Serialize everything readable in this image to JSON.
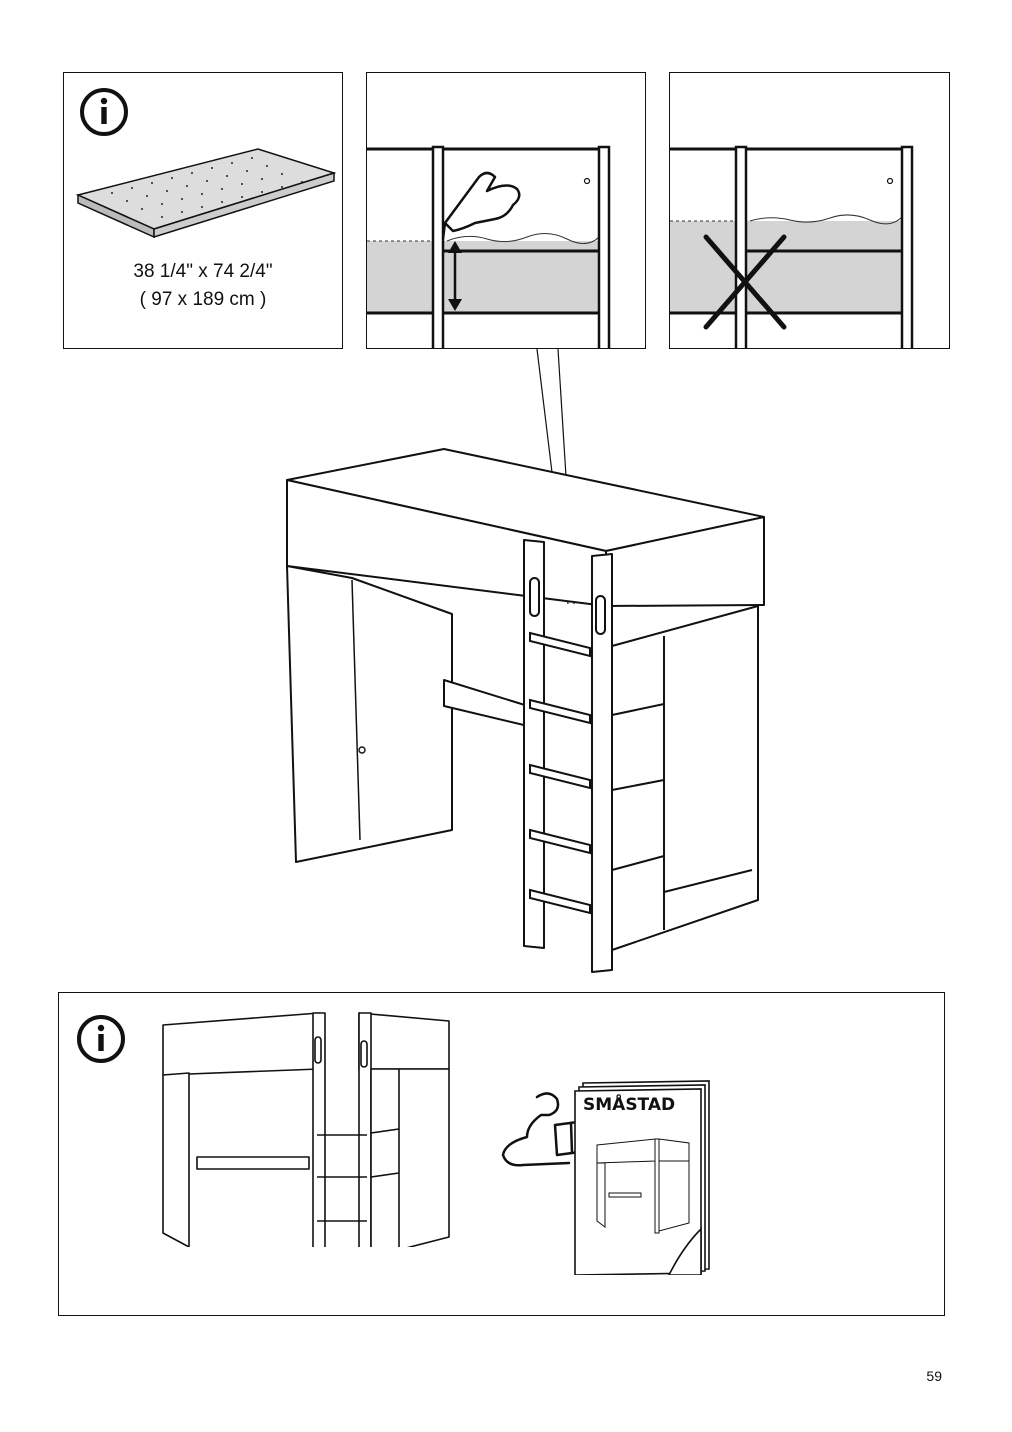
{
  "panels": {
    "mattress": {
      "dimensions_in": "38 1/4\" x 74 2/4\"",
      "dimensions_cm": "( 97 x 189 cm )"
    }
  },
  "info_section": {
    "booklet_title": "SMÅSTAD"
  },
  "page_number": "59",
  "icons": [
    "info-icon",
    "mattress-icon",
    "hand-pointer-icon",
    "height-arrow-icon",
    "cross-mark-icon",
    "person-reading-icon",
    "booklet-icon"
  ]
}
